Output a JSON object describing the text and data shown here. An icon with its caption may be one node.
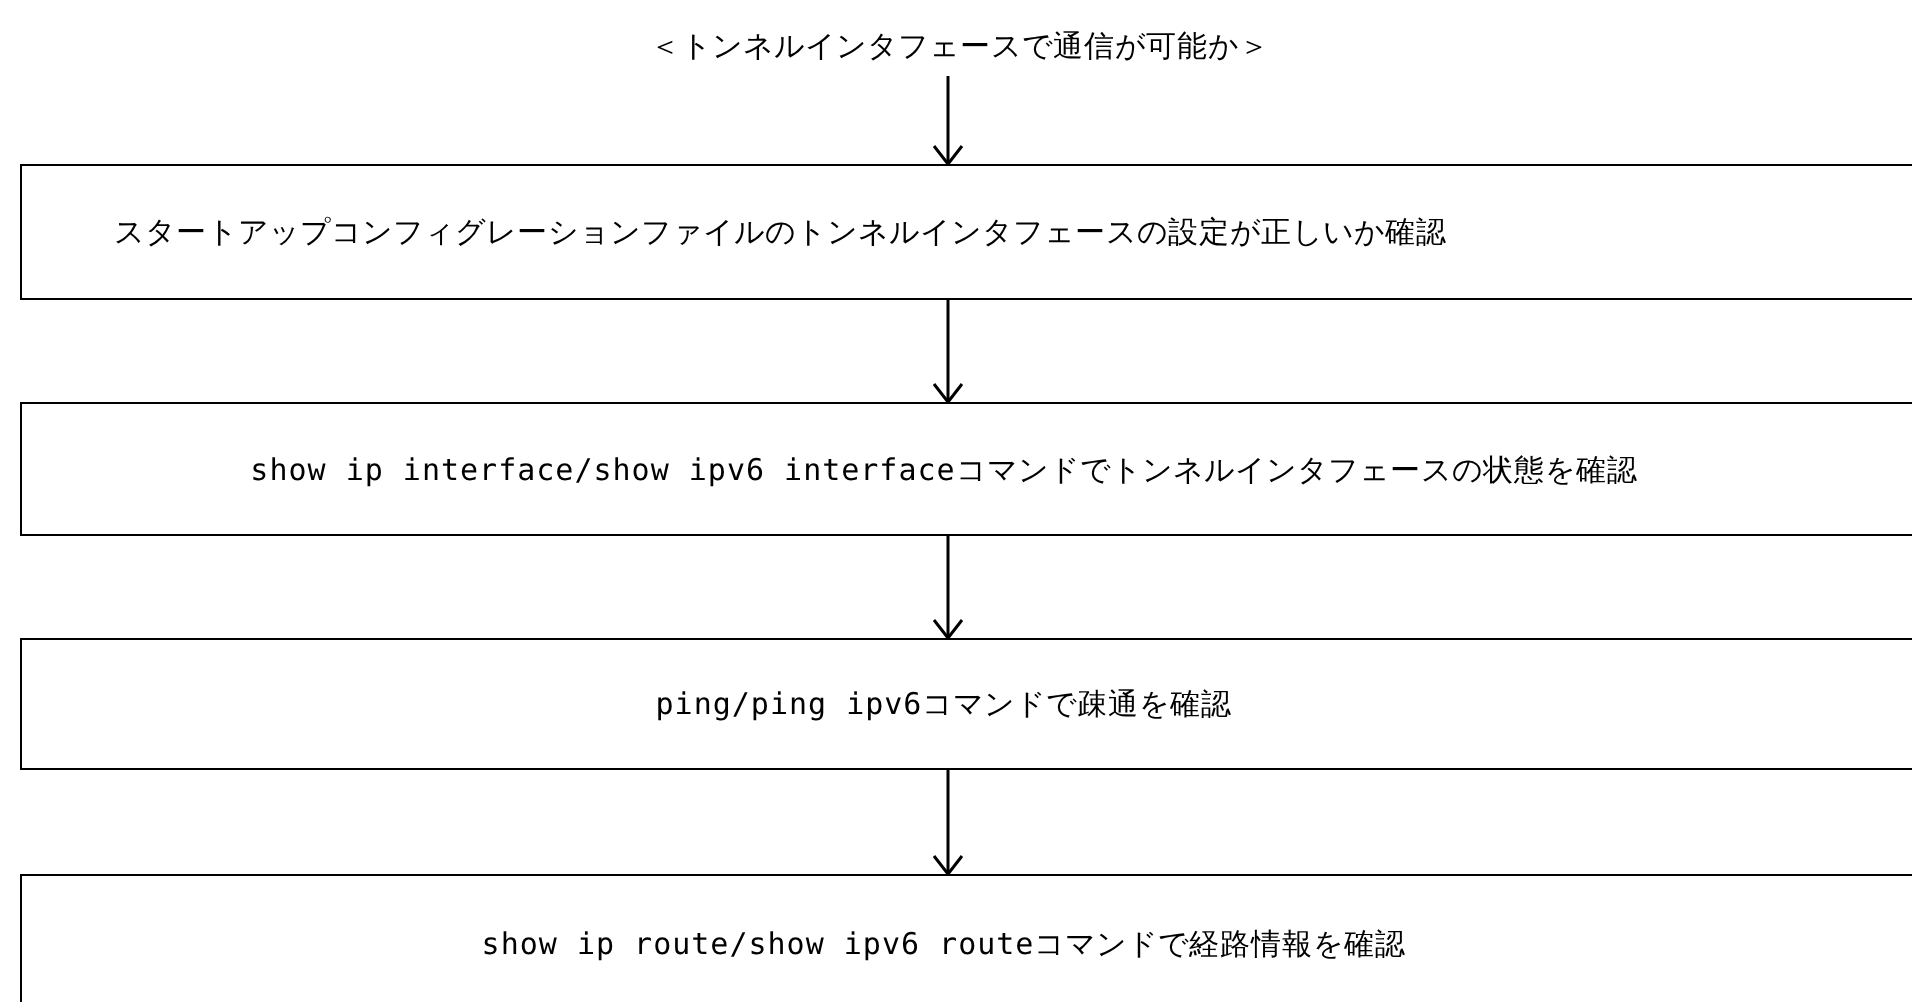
{
  "diagram": {
    "nodes": [
      {
        "text": [
          "＜トンネルインタフェースで通信が可能か＞"
        ]
      },
      {
        "text": [
          "スタートアップコンフィグレーションファイルのトンネルインタフェースの設定が正しいか確認"
        ]
      },
      {
        "text": [
          "show ip interface/show ipv6 interfaceコマンドでトンネルインタフェースの状態を確認"
        ]
      },
      {
        "text": [
          "ping/ping ipv6コマンドで疎通を確認"
        ]
      },
      {
        "text": [
          "show ip route/show ipv6 routeコマンドで経路情報を確認"
        ]
      }
    ],
    "edges": [
      {
        "from": 0,
        "to": 1,
        "arrow": "to"
      },
      {
        "from": 1,
        "to": 2,
        "arrow": "to"
      },
      {
        "from": 2,
        "to": 3,
        "arrow": "to"
      },
      {
        "from": 3,
        "to": 4,
        "arrow": "to"
      }
    ]
  }
}
